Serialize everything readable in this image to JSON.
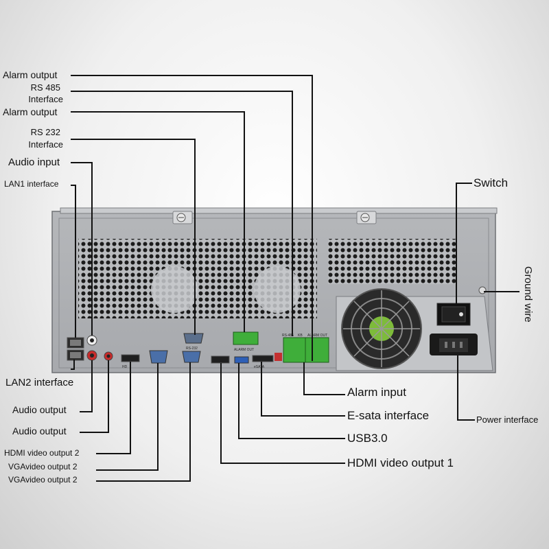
{
  "labels": {
    "alarm_output_top": "Alarm output",
    "rs485_line1": "RS 485",
    "rs485_line2": "Interface",
    "alarm_output_2": "Alarm output",
    "rs232_line1": "RS 232",
    "rs232_line2": "Interface",
    "audio_input": "Audio input",
    "lan1": "LAN1 interface",
    "switch": "Switch",
    "ground_wire": "Ground wire",
    "lan2": "LAN2 interface",
    "audio_output_1": "Audio output",
    "audio_output_2": "Audio output",
    "hdmi_out_2": "HDMI video output 2",
    "vga_out_2a": "VGAvideo output 2",
    "vga_out_2b": "VGAvideo output 2",
    "alarm_input": "Alarm input",
    "esata": "E-sata interface",
    "usb3": "USB3.0",
    "hdmi_out_1": "HDMI video output 1",
    "power": "Power interface"
  },
  "panel_text": {
    "rs232": "RS-232",
    "alarm_out_block": "ALARM OUT",
    "rs485": "RS-485",
    "kb": "KB",
    "alarm_out_right": "ALARM OUT",
    "hd": "HD",
    "esata": "eSATA"
  },
  "colors": {
    "line": "#111111",
    "chassis": "#9a9ca0",
    "terminal_green": "#3fae3a"
  }
}
